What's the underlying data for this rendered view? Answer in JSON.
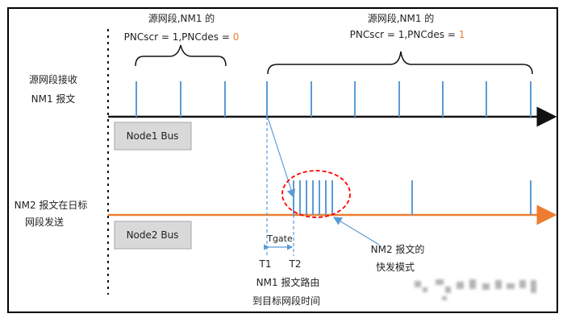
{
  "labels": {
    "brace_left_line1": "源网段,NM1 的",
    "brace_left_line2_prefix": "PNCscr = 1,PNCdes = ",
    "brace_left_line2_value": "0",
    "brace_right_line1": "源网段,NM1 的",
    "brace_right_line2_prefix": "PNCscr = 1,PNCdes = ",
    "brace_right_line2_value": "1",
    "row1_label_line1": "源网段接收",
    "row1_label_line2": "NM1 报文",
    "node1_bus": "Node1 Bus",
    "row2_label_line1": "NM2 报文在日标",
    "row2_label_line2": "网段发送",
    "node2_bus": "Node2 Bus",
    "tgate": "Tgate",
    "t1": "T1",
    "t2": "T2",
    "caption_line1": "NM1 报文路由",
    "caption_line2": "到目标网段时间",
    "fast_line1": "NM2 报文的",
    "fast_line2": "快发模式"
  },
  "colors": {
    "frame": "#000000",
    "bus1": "#111111",
    "bus2": "#ED7D31",
    "pulse": "#5B9BD5",
    "highlight": "#FF0000",
    "value_orange": "#ED7D31",
    "node_box_fill": "#D9D9D9",
    "node_box_stroke": "#A6A6A6",
    "arrow_blue": "#5B9BD5"
  }
}
